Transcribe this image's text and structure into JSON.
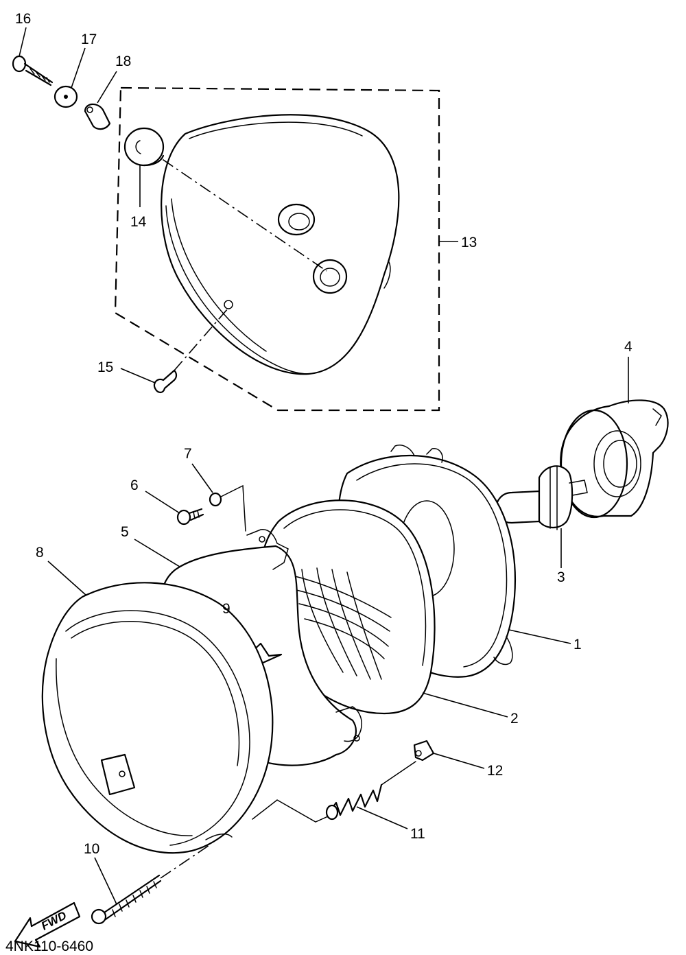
{
  "diagram_code": "4NK110-6460",
  "fwd_label": "FWD",
  "callouts": {
    "c1": "1",
    "c2": "2",
    "c3": "3",
    "c4": "4",
    "c5": "5",
    "c6": "6",
    "c7": "7",
    "c8": "8",
    "c9": "9",
    "c10": "10",
    "c11": "11",
    "c12": "12",
    "c13": "13",
    "c14": "14",
    "c15": "15",
    "c16": "16",
    "c17": "17",
    "c18": "18"
  }
}
